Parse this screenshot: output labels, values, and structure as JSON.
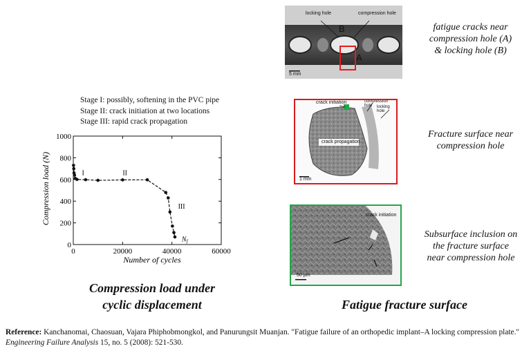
{
  "stages": [
    "Stage I: possibly,  softening in the PVC pipe",
    "Stage II: crack initiation  at two locations",
    "Stage III: rapid crack propagation"
  ],
  "chart_data": {
    "type": "scatter",
    "xlabel": "Number of cycles",
    "ylabel": "Compression load (N)",
    "xlim": [
      0,
      60000
    ],
    "ylim": [
      0,
      1000
    ],
    "xticks": [
      0,
      20000,
      40000,
      60000
    ],
    "yticks": [
      0,
      200,
      400,
      600,
      800,
      1000
    ],
    "points": [
      {
        "x": 100,
        "y": 730
      },
      {
        "x": 200,
        "y": 700
      },
      {
        "x": 300,
        "y": 660
      },
      {
        "x": 500,
        "y": 640
      },
      {
        "x": 800,
        "y": 610
      },
      {
        "x": 1500,
        "y": 600
      },
      {
        "x": 5000,
        "y": 598
      },
      {
        "x": 10000,
        "y": 592
      },
      {
        "x": 20000,
        "y": 596
      },
      {
        "x": 30000,
        "y": 597
      },
      {
        "x": 37500,
        "y": 480
      },
      {
        "x": 38500,
        "y": 430
      },
      {
        "x": 39200,
        "y": 300
      },
      {
        "x": 40200,
        "y": 170
      },
      {
        "x": 40800,
        "y": 110
      },
      {
        "x": 41200,
        "y": 70
      }
    ],
    "annotations": [
      {
        "text": "I",
        "x": 3500,
        "y": 640
      },
      {
        "text": "II",
        "x": 20000,
        "y": 640
      },
      {
        "text": "III",
        "x": 42500,
        "y": 330
      },
      {
        "text": "N",
        "sub": "f",
        "x": 44000,
        "y": 30
      }
    ]
  },
  "caption_left": [
    "Compression load under",
    "cyclic displacement"
  ],
  "caption_right": "Fatigue fracture surface",
  "descriptions": {
    "top": [
      "fatigue cracks near",
      "compression hole (A)",
      "& locking hole (B)"
    ],
    "middle": [
      "Fracture surface near",
      "compression hole"
    ],
    "bottom": [
      "Subsurface inclusion on",
      "the fracture surface",
      "near compression hole"
    ]
  },
  "photos": {
    "top": {
      "label_locking": "locking hole",
      "label_compression": "compression hole",
      "A": "A",
      "B": "B",
      "scale": "5 mm",
      "frame_color": "#e8191d"
    },
    "middle": {
      "crack_initiation": "crack initiation",
      "compression_hole": "compression hole",
      "locking_hole": "locking hole",
      "crack_propagation": "crack propagation",
      "scale": "1 mm",
      "frame_color": "#d9191e"
    },
    "bottom": {
      "crack_initiation": "crack initiation",
      "scale": "50 µm",
      "frame_color": "#22a64a"
    }
  },
  "reference": {
    "label": "Reference:",
    "text": " Kanchanomai, Chaosuan, Vajara Phiphobmongkol, and Panurungsit Muanjan. \"Fatigue failure of an orthopedic implant–A locking compression plate.\" ",
    "journal": "Engineering Failure Analysis",
    "tail": " 15, no. 5 (2008): 521-530."
  }
}
